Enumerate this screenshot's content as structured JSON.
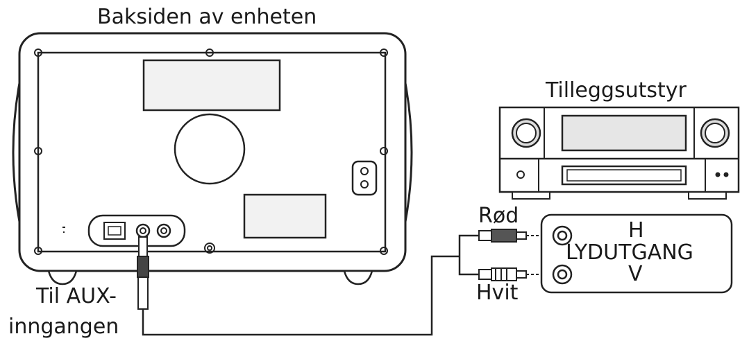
{
  "labels": {
    "device_back": "Baksiden av enheten",
    "extra_equipment": "Tilleggsutstyr",
    "red": "Rød",
    "white": "Hvit",
    "aux_line1": "Til AUX-",
    "aux_line2": "inngangen",
    "out_h": "H",
    "audio_out": "LYDUTGANG",
    "out_v": "V"
  },
  "colors": {
    "line": "#222222",
    "fill": "#f2f2f2",
    "white": "#ffffff"
  }
}
